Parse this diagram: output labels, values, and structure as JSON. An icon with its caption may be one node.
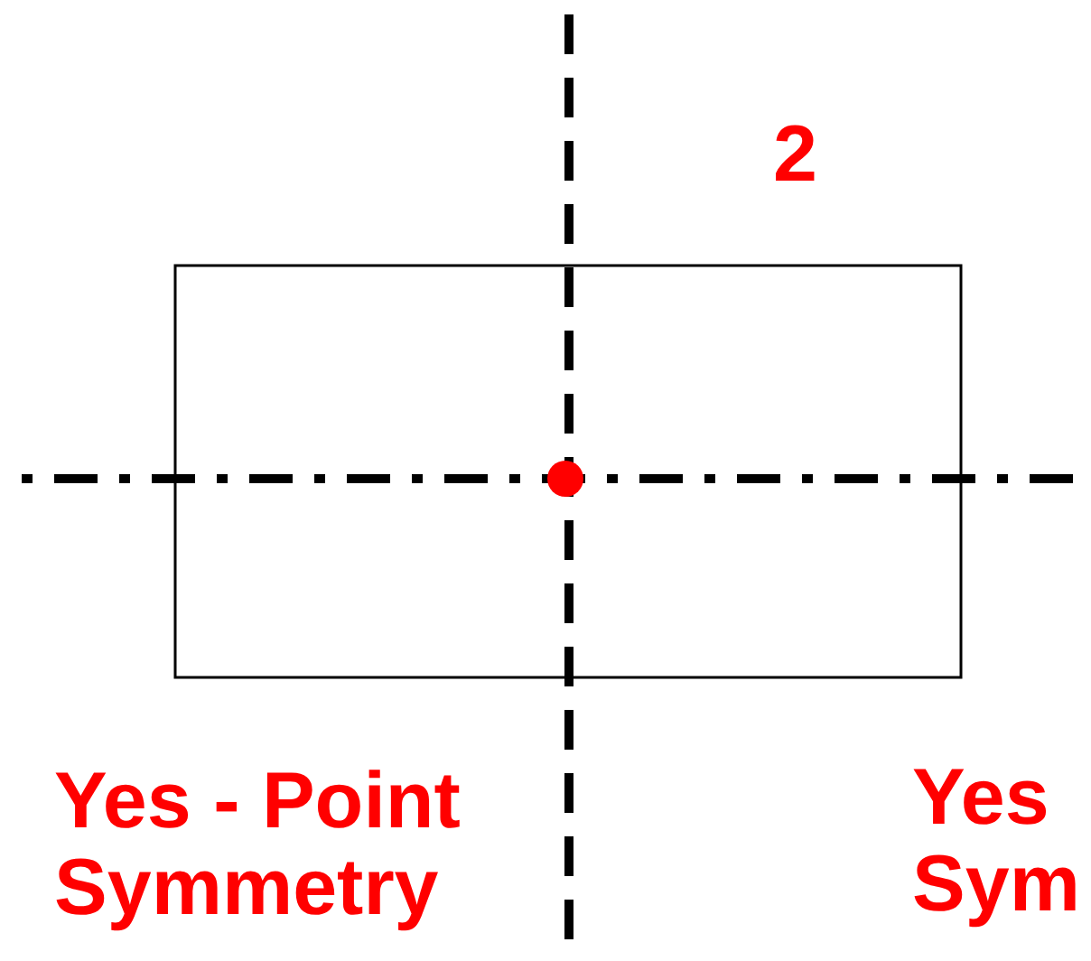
{
  "diagram": {
    "labels": [
      "2",
      "Yes - Point Symmetry",
      "Yes Sym"
    ]
  }
}
